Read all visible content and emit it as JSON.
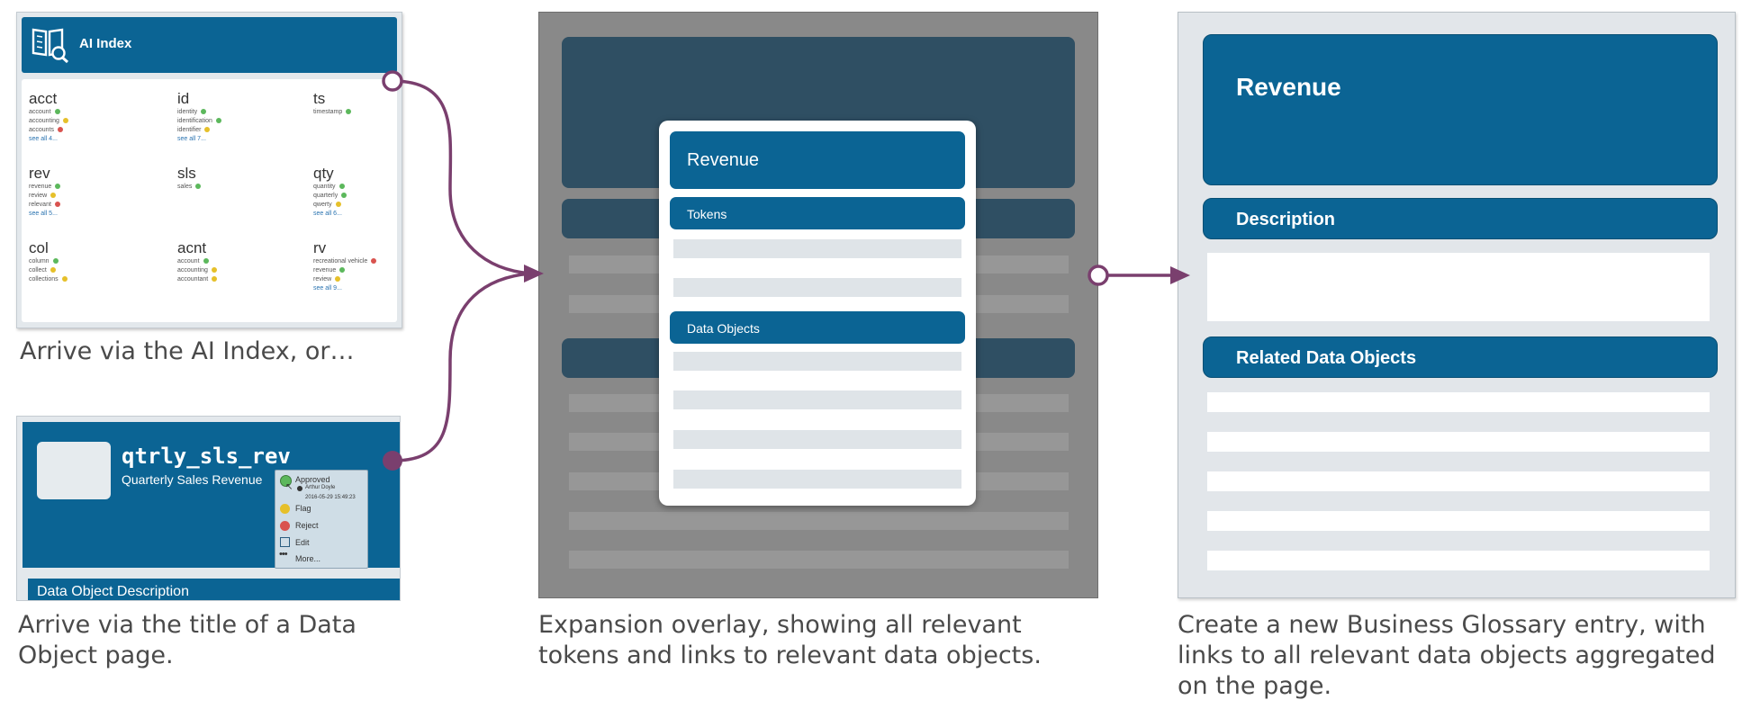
{
  "ai_index": {
    "title": "AI Index",
    "tokens": [
      {
        "name": "acct",
        "items": [
          {
            "t": "account",
            "s": "g"
          },
          {
            "t": "accounting",
            "s": "y"
          },
          {
            "t": "accounts",
            "s": "r"
          }
        ],
        "see_all": "see all 4..."
      },
      {
        "name": "id",
        "items": [
          {
            "t": "identity",
            "s": "g"
          },
          {
            "t": "identification",
            "s": "g"
          },
          {
            "t": "identifier",
            "s": "y"
          }
        ],
        "see_all": "see all 7..."
      },
      {
        "name": "ts",
        "items": [
          {
            "t": "timestamp",
            "s": "g"
          }
        ],
        "see_all": ""
      },
      {
        "name": "rev",
        "items": [
          {
            "t": "revenue",
            "s": "g"
          },
          {
            "t": "review",
            "s": "y"
          },
          {
            "t": "relevant",
            "s": "r"
          }
        ],
        "see_all": "see all 5..."
      },
      {
        "name": "sls",
        "items": [
          {
            "t": "sales",
            "s": "g"
          }
        ],
        "see_all": ""
      },
      {
        "name": "qty",
        "items": [
          {
            "t": "quantity",
            "s": "g"
          },
          {
            "t": "quarterly",
            "s": "g"
          },
          {
            "t": "qwerty",
            "s": "y"
          }
        ],
        "see_all": "see all 6..."
      },
      {
        "name": "col",
        "items": [
          {
            "t": "column",
            "s": "g"
          },
          {
            "t": "collect",
            "s": "y"
          },
          {
            "t": "collections",
            "s": "y"
          }
        ],
        "see_all": ""
      },
      {
        "name": "acnt",
        "items": [
          {
            "t": "account",
            "s": "g"
          },
          {
            "t": "accounting",
            "s": "y"
          },
          {
            "t": "accountant",
            "s": "y"
          }
        ],
        "see_all": ""
      },
      {
        "name": "rv",
        "items": [
          {
            "t": "recreational vehicle",
            "s": "r"
          },
          {
            "t": "revenue",
            "s": "g"
          },
          {
            "t": "review",
            "s": "y"
          }
        ],
        "see_all": "see all 9..."
      }
    ]
  },
  "data_object": {
    "name": "qtrly_sls_rev",
    "subtitle": "Quarterly Sales Revenue",
    "menu": {
      "approved": "Approved",
      "approver": "Arthur Doyle",
      "approved_at": "2016-05-29 15:49:23",
      "flag": "Flag",
      "reject": "Reject",
      "edit": "Edit",
      "more": "More..."
    },
    "description_header": "Data Object Description"
  },
  "overlay": {
    "title": "Revenue",
    "tokens_header": "Tokens",
    "data_objects_header": "Data Objects"
  },
  "glossary": {
    "title": "Revenue",
    "description_header": "Description",
    "related_header": "Related Data Objects"
  },
  "captions": {
    "ai_index": "Arrive via the AI Index, or…",
    "data_object": [
      "Arrive via the title of a Data",
      "Object page."
    ],
    "overlay": [
      "Expansion overlay, showing all relevant",
      "tokens and links to relevant data objects."
    ],
    "glossary": [
      "Create a new Business Glossary entry, with",
      "links to all relevant data objects aggregated",
      "on the page."
    ]
  },
  "colors": {
    "primary_blue": "#0b6494",
    "arrow": "#7a3f6e",
    "overlay_gray": "#898989",
    "panel_gray": "#e2e6ea"
  }
}
